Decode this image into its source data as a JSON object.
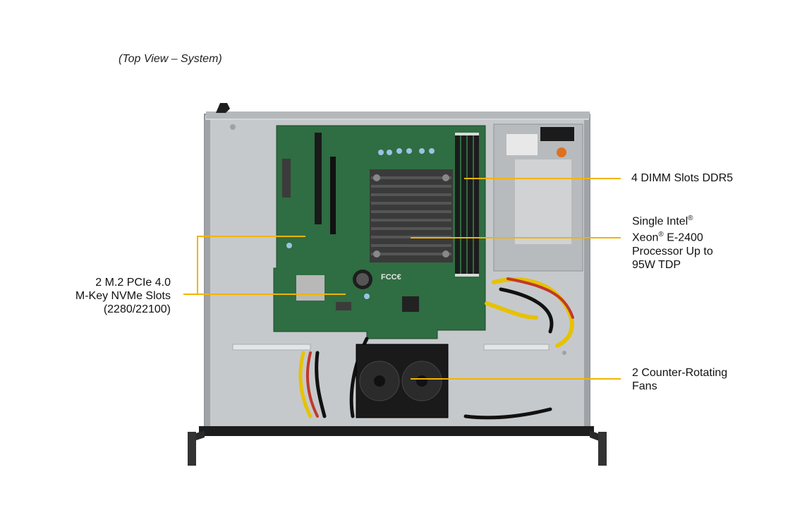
{
  "caption": "(Top View – System)",
  "callouts": {
    "dimm": "4 DIMM Slots DDR5",
    "cpu": {
      "line1": "Single Intel",
      "line2": "Xeon",
      "line2b": " E-2400",
      "line3": "Processor Up to",
      "line4": "95W TDP",
      "reg": "®"
    },
    "m2": {
      "line1": "2 M.2 PCIe 4.0",
      "line2": "M-Key NVMe Slots",
      "line3": "(2280/22100)"
    },
    "fans": {
      "line1": "2 Counter-Rotating",
      "line2": "Fans"
    }
  },
  "board_markings": {
    "fcc": "FCC€"
  },
  "colors": {
    "leader_line": "#f2b400",
    "pcb": "#2e6b3e",
    "chassis": "#c9ccce",
    "psu": "#b9bcbe"
  }
}
